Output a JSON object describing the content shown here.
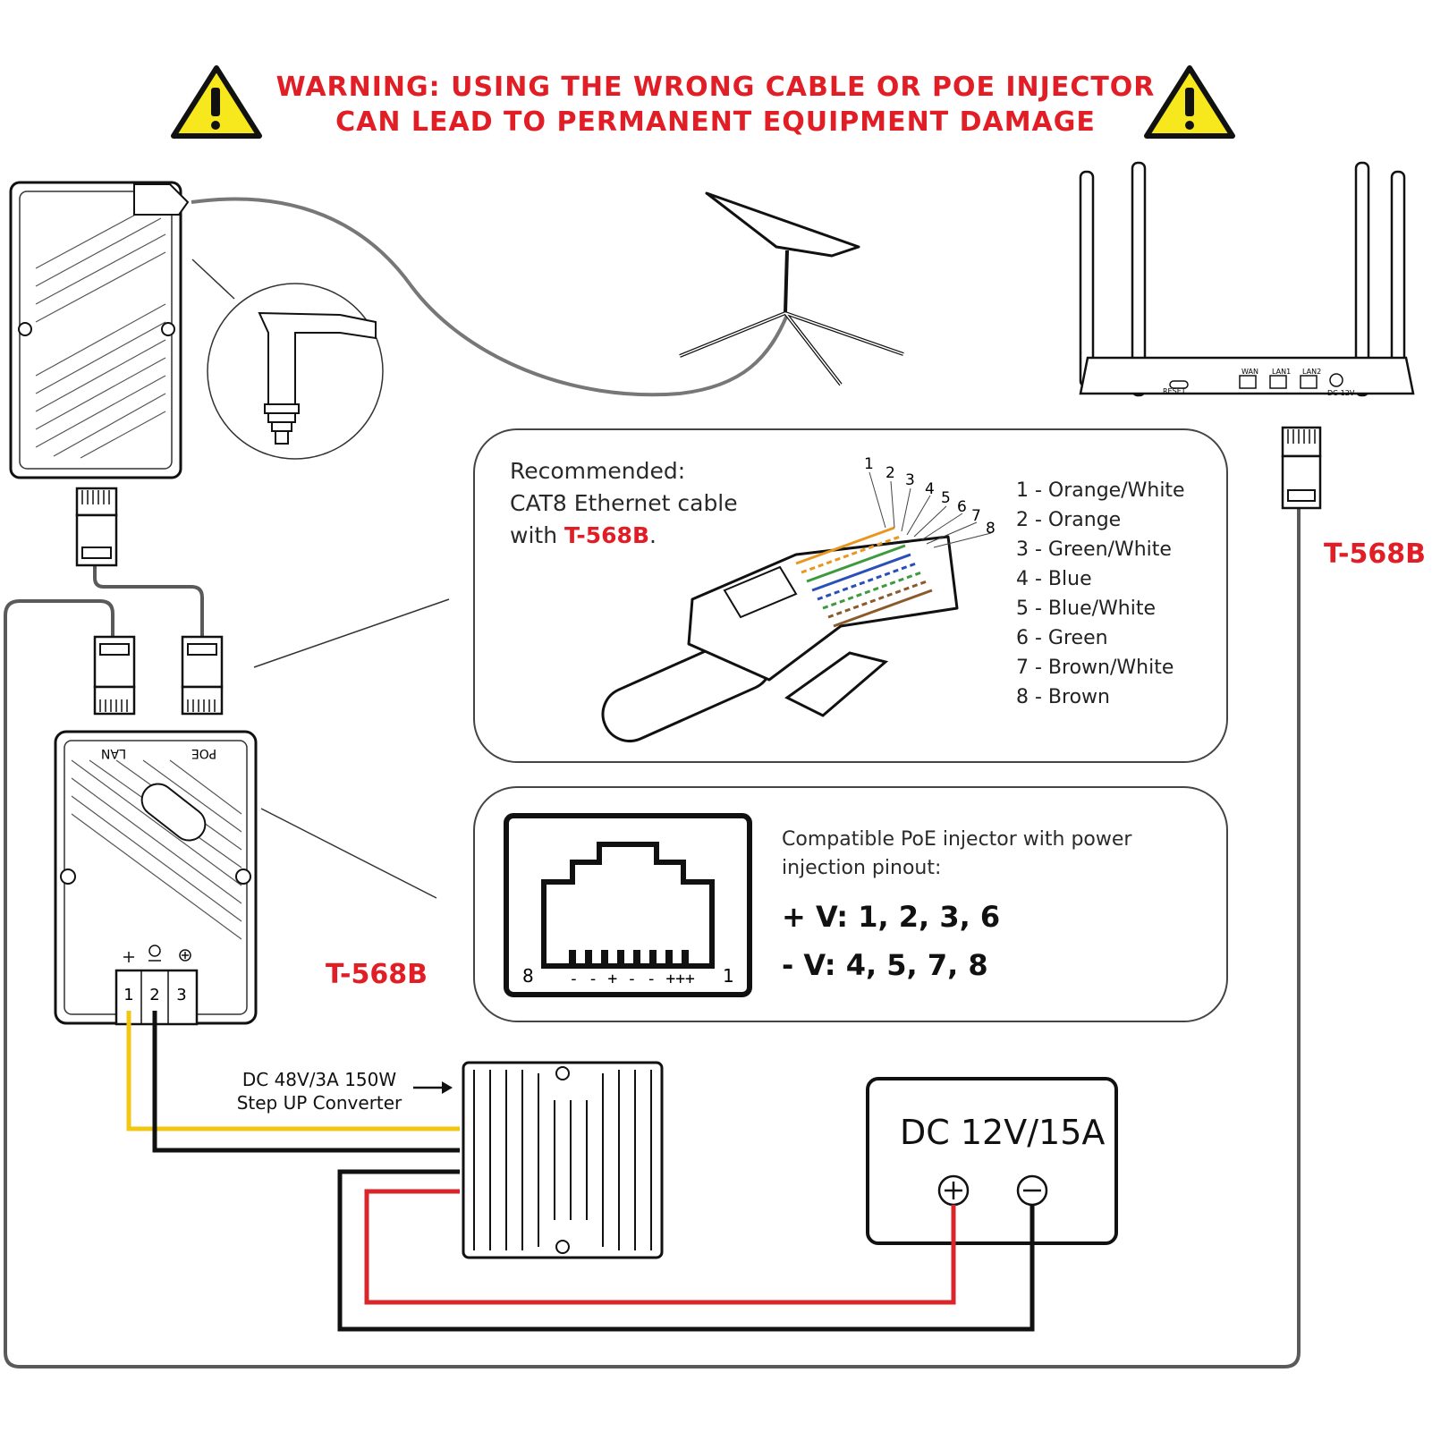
{
  "warning": {
    "line1": "WARNING: USING THE WRONG CABLE OR POE INJECTOR",
    "line2": "CAN LEAD TO PERMANENT EQUIPMENT DAMAGE"
  },
  "recommended": {
    "line1": "Recommended:",
    "line2": "CAT8 Ethernet cable",
    "line3_prefix": "with ",
    "line3_standard": "T-568B",
    "line3_suffix": "."
  },
  "plug_pin_numbers": [
    "1",
    "2",
    "3",
    "4",
    "5",
    "6",
    "7",
    "8"
  ],
  "pinout": [
    "1 - Orange/White",
    "2 - Orange",
    "3 - Green/White",
    "4 - Blue",
    "5 - Blue/White",
    "6 - Green",
    "7 - Brown/White",
    "8 - Brown"
  ],
  "poe": {
    "line1": "Compatible PoE injector with power",
    "line2": "injection pinout:",
    "plus": "+ V: 1, 2, 3, 6",
    "minus": "- V: 4, 5, 7, 8",
    "jack_left": "8",
    "jack_right": "1",
    "jack_polarity": "- - + - - +++"
  },
  "labels": {
    "t568b_right": "T-568B",
    "t568b_left": "T-568B",
    "injector_lan": "LAN",
    "injector_poe": "POE",
    "terminal_1": "1",
    "terminal_2": "2",
    "terminal_3": "3",
    "router_reset": "RESET",
    "router_wan": "WAN",
    "router_lan1": "LAN1",
    "router_lan2": "LAN2",
    "router_dc": "DC-12V"
  },
  "converter": {
    "line1": "DC 48V/3A 150W",
    "line2": "Step UP Converter"
  },
  "psu": {
    "label": "DC 12V/15A"
  },
  "colors": {
    "warning_red": "#e11d25",
    "cable_gray": "#5a5a5a",
    "wire_yellow": "#f2c714",
    "wire_red": "#d9262a",
    "wire_black": "#111111",
    "warning_yellow": "#f6e81c"
  }
}
